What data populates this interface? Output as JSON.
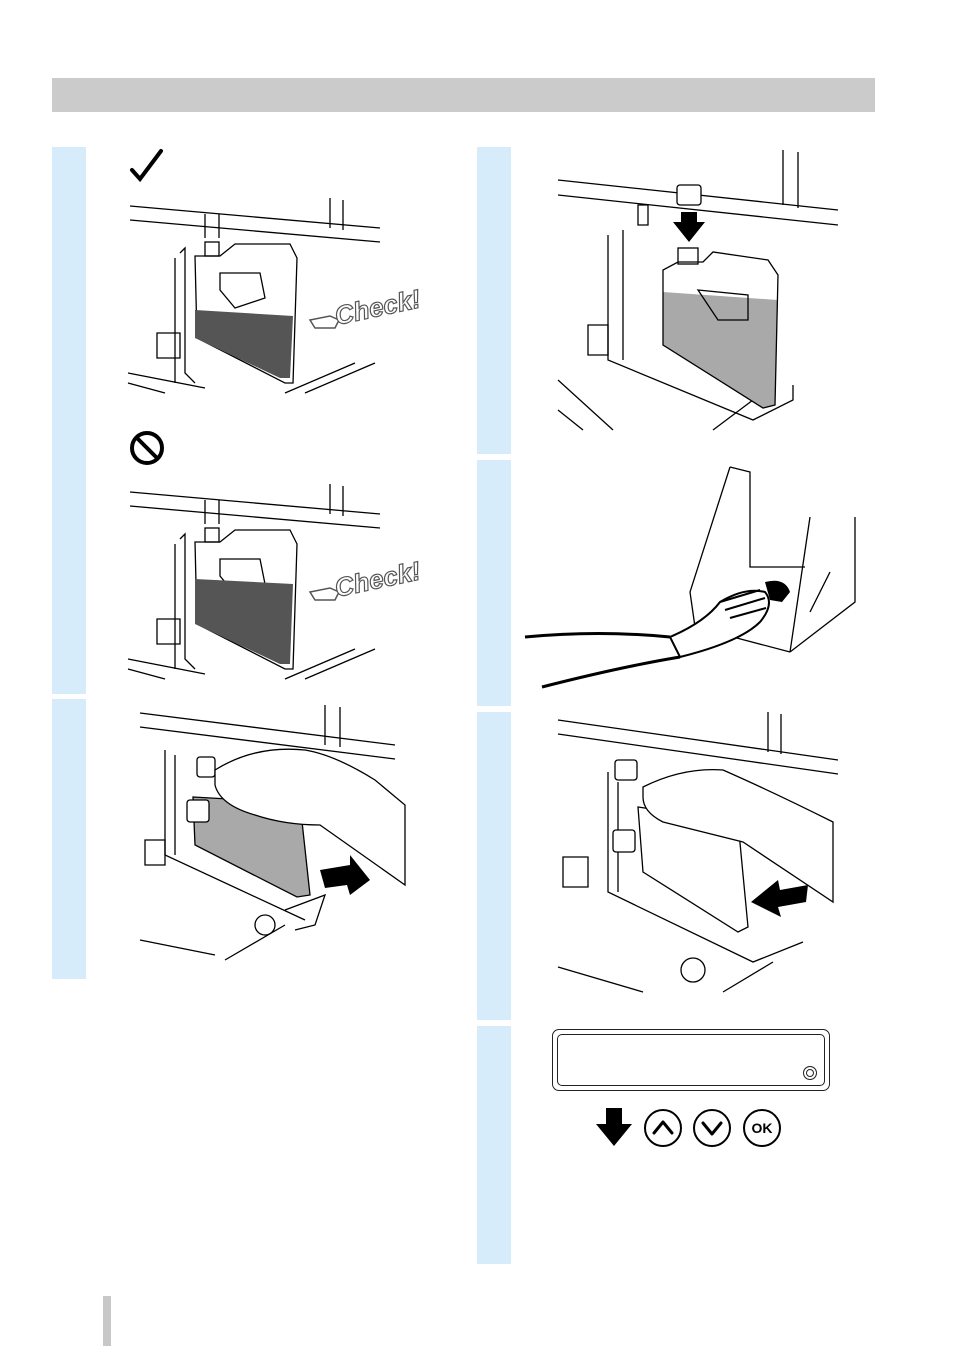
{
  "header": {
    "title": ""
  },
  "figures": {
    "ok_check_label": "Check!",
    "ng_check_label": "Check!",
    "ok_mark": "checkmark-icon",
    "ng_mark": "prohibited-icon"
  },
  "panel": {
    "buttons": [
      {
        "name": "down-arrow-icon"
      },
      {
        "name": "up-button"
      },
      {
        "name": "down-button"
      },
      {
        "name": "ok-button",
        "label": "OK"
      }
    ]
  },
  "colors": {
    "step_bar": "#d6ecfa",
    "header_bar": "#cbcbcb",
    "ink_dark": "#555555",
    "ink_light": "#a9a9a9"
  }
}
